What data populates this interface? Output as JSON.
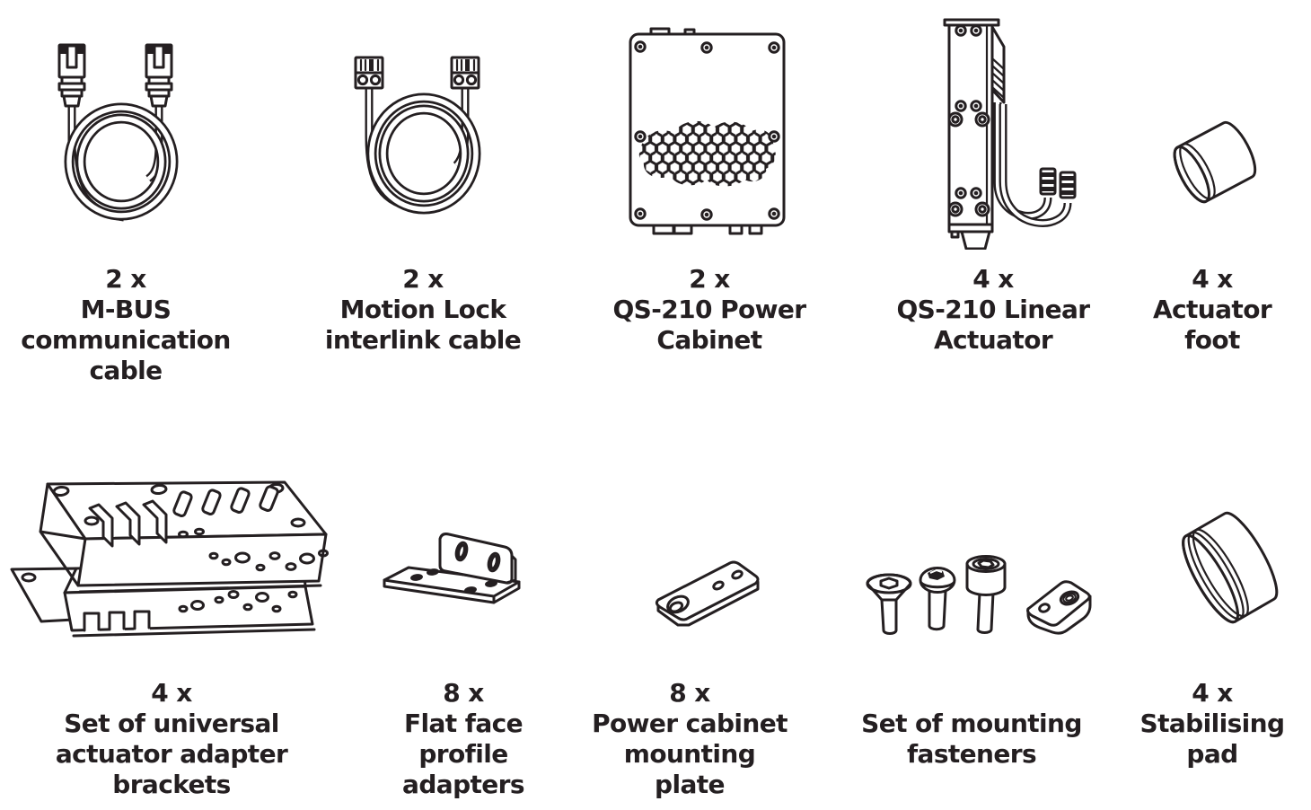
{
  "page": {
    "background": "#ffffff",
    "ink_color": "#241f21",
    "description": "Packing list illustration of QS-210 actuator kit parts"
  },
  "items": [
    {
      "id": "mbus-cable",
      "qty": "2 x",
      "name_lines": [
        "M-BUS",
        "communication",
        "cable"
      ]
    },
    {
      "id": "motion-lock-cable",
      "qty": "2 x",
      "name_lines": [
        "Motion Lock",
        "interlink cable"
      ]
    },
    {
      "id": "power-cabinet",
      "qty": "2 x",
      "name_lines": [
        "QS-210 Power",
        "Cabinet"
      ]
    },
    {
      "id": "linear-actuator",
      "qty": "4 x",
      "name_lines": [
        "QS-210 Linear",
        "Actuator"
      ]
    },
    {
      "id": "actuator-foot",
      "qty": "4 x",
      "name_lines": [
        "Actuator",
        "foot"
      ]
    },
    {
      "id": "adapter-brackets",
      "qty": "4 x",
      "name_lines": [
        "Set of universal",
        "actuator adapter",
        "brackets"
      ]
    },
    {
      "id": "flat-face-adapters",
      "qty": "8 x",
      "name_lines": [
        "Flat face",
        "profile",
        "adapters"
      ]
    },
    {
      "id": "mounting-plate",
      "qty": "8 x",
      "name_lines": [
        "Power cabinet",
        "mounting",
        "plate"
      ]
    },
    {
      "id": "mounting-fasteners",
      "qty": "",
      "name_lines": [
        "Set of mounting",
        "fasteners"
      ]
    },
    {
      "id": "stabilising-pad",
      "qty": "4 x",
      "name_lines": [
        "Stabilising",
        "pad"
      ]
    }
  ]
}
